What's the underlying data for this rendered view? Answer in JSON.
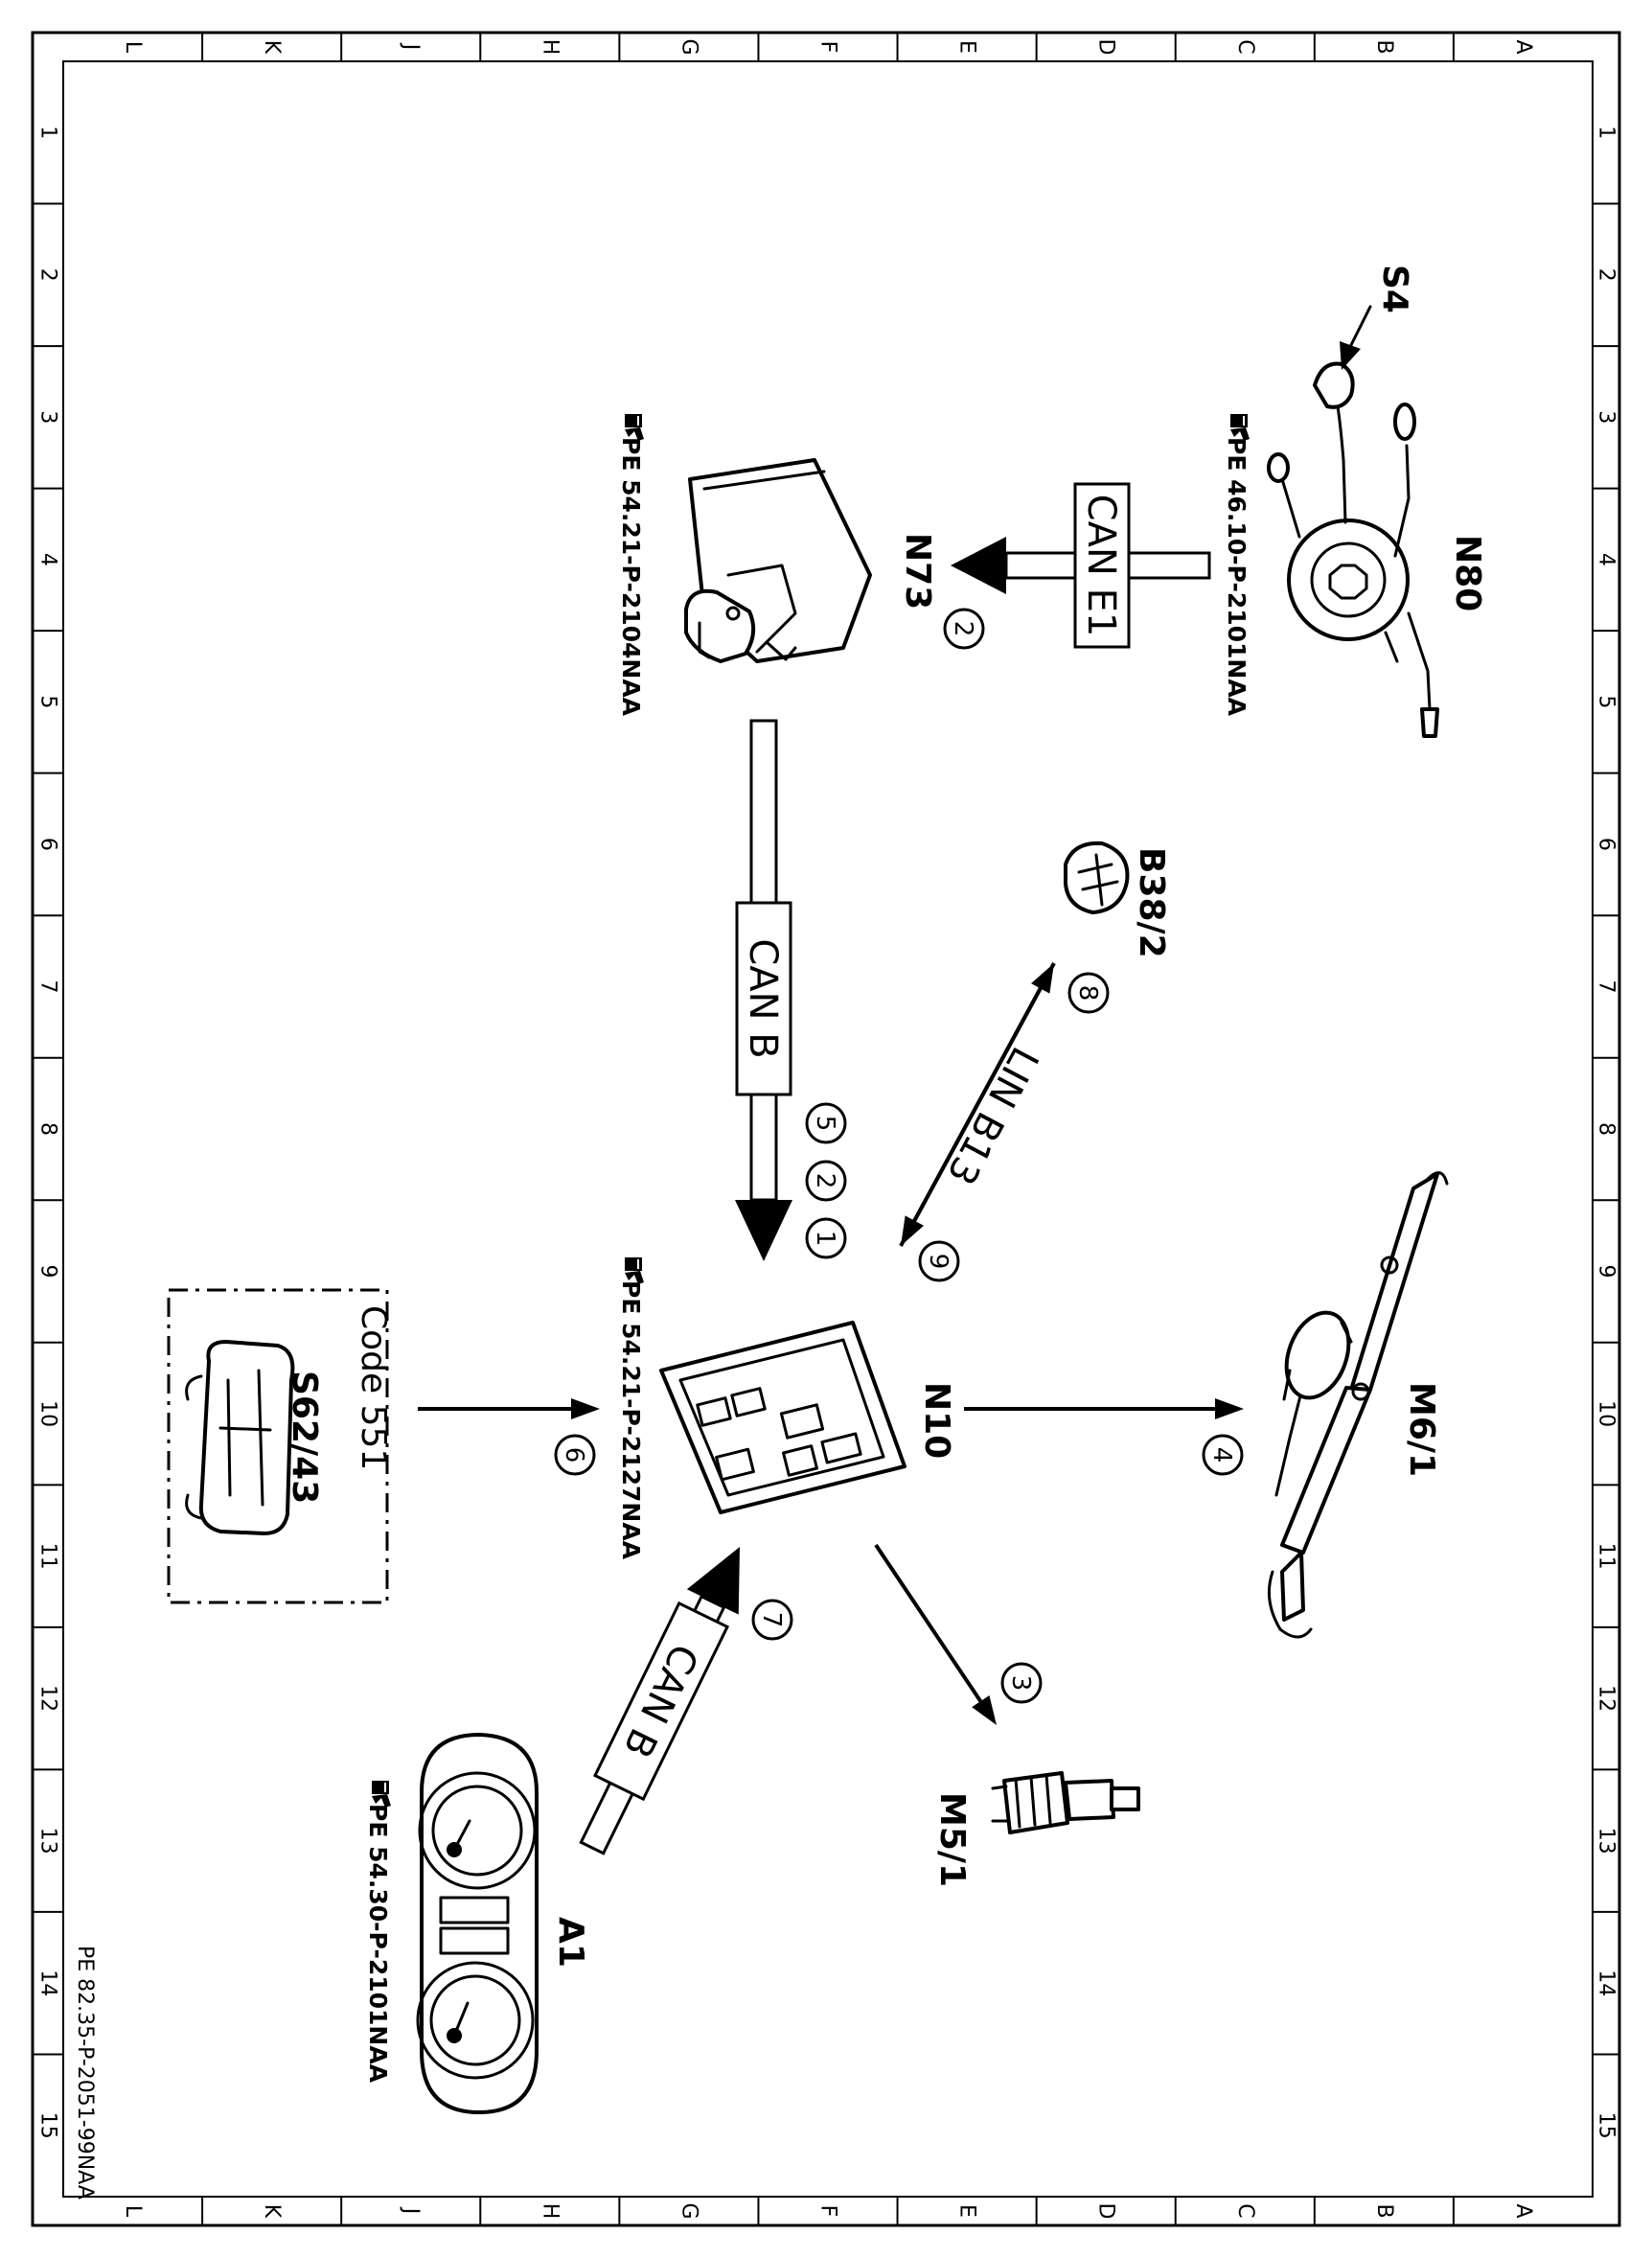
{
  "grid": {
    "columns": [
      "L",
      "K",
      "J",
      "H",
      "G",
      "F",
      "E",
      "D",
      "C",
      "B",
      "A"
    ],
    "rows": [
      "1",
      "2",
      "3",
      "4",
      "5",
      "6",
      "7",
      "8",
      "9",
      "10",
      "11",
      "12",
      "13",
      "14",
      "15"
    ]
  },
  "components": {
    "S4": "S4",
    "N80": "N80",
    "N73": "N73",
    "N10": "N10",
    "B38_2": "B38/2",
    "M6_1": "M6/1",
    "M5_1": "M5/1",
    "A1": "A1",
    "S62_43": "S62/43"
  },
  "references": {
    "n80": "PE 46.10-P-2101NAA",
    "n73": "PE 54.21-P-2104NAA",
    "n10": "PE 54.21-P-2127NAA",
    "a1": "PE 54.30-P-2101NAA"
  },
  "buses": {
    "can_e1": "CAN E1",
    "can_b_upper": "CAN B",
    "can_b_lower": "CAN B",
    "lin_b13": "LIN B13"
  },
  "code_box": "Code 551",
  "signal_numbers": {
    "n73_in": "2",
    "n10_can_a": "5",
    "n10_can_b": "2",
    "n10_can_c": "1",
    "b38_side": "8",
    "n10_lin": "9",
    "m6_1": "4",
    "s62_43": "6",
    "m5_1": "3",
    "a1": "7"
  },
  "footer": "PE 82.35-P-2051-99NAA",
  "icons": {
    "reference": "pointing-hand-book-icon"
  }
}
